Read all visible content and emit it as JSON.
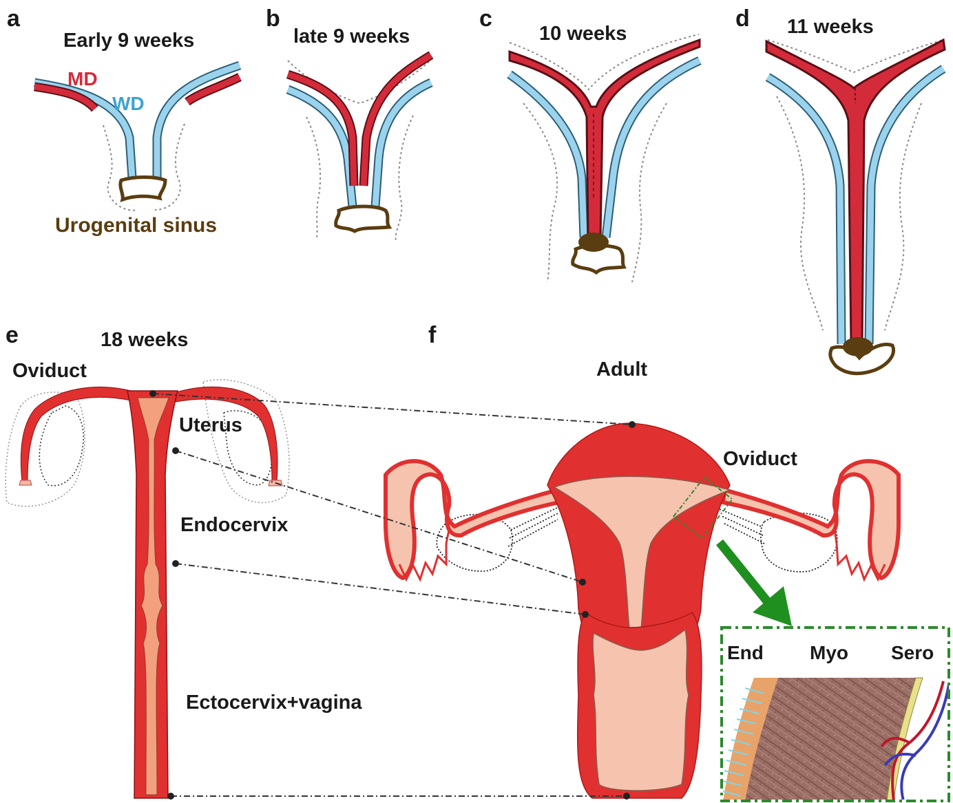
{
  "colors": {
    "mullerian_duct": "#d42b3a",
    "wolffian_duct": "#5ab0d8",
    "urogenital_sinus": "#5a3d10",
    "tissue_red": "#e03030",
    "tissue_pink": "#f5b9a0",
    "outline_dotted": "#808080",
    "leader_line": "#333333",
    "inset_frame": "#2b8a2b",
    "arrow": "#1f8f1f"
  },
  "panels": {
    "a": {
      "letter": "a",
      "title": "Early 9 weeks",
      "md_label": "MD",
      "wd_label": "WD",
      "sinus_label": "Urogenital sinus"
    },
    "b": {
      "letter": "b",
      "title": "late 9 weeks"
    },
    "c": {
      "letter": "c",
      "title": "10 weeks"
    },
    "d": {
      "letter": "d",
      "title": "11 weeks"
    },
    "e": {
      "letter": "e",
      "title": "18 weeks",
      "oviduct": "Oviduct",
      "uterus": "Uterus",
      "endocervix": "Endocervix",
      "ectocervix": "Ectocervix+vagina"
    },
    "f": {
      "letter": "f",
      "title": "Adult",
      "oviduct": "Oviduct",
      "inset": {
        "end": "End",
        "myo": "Myo",
        "sero": "Sero"
      }
    }
  }
}
